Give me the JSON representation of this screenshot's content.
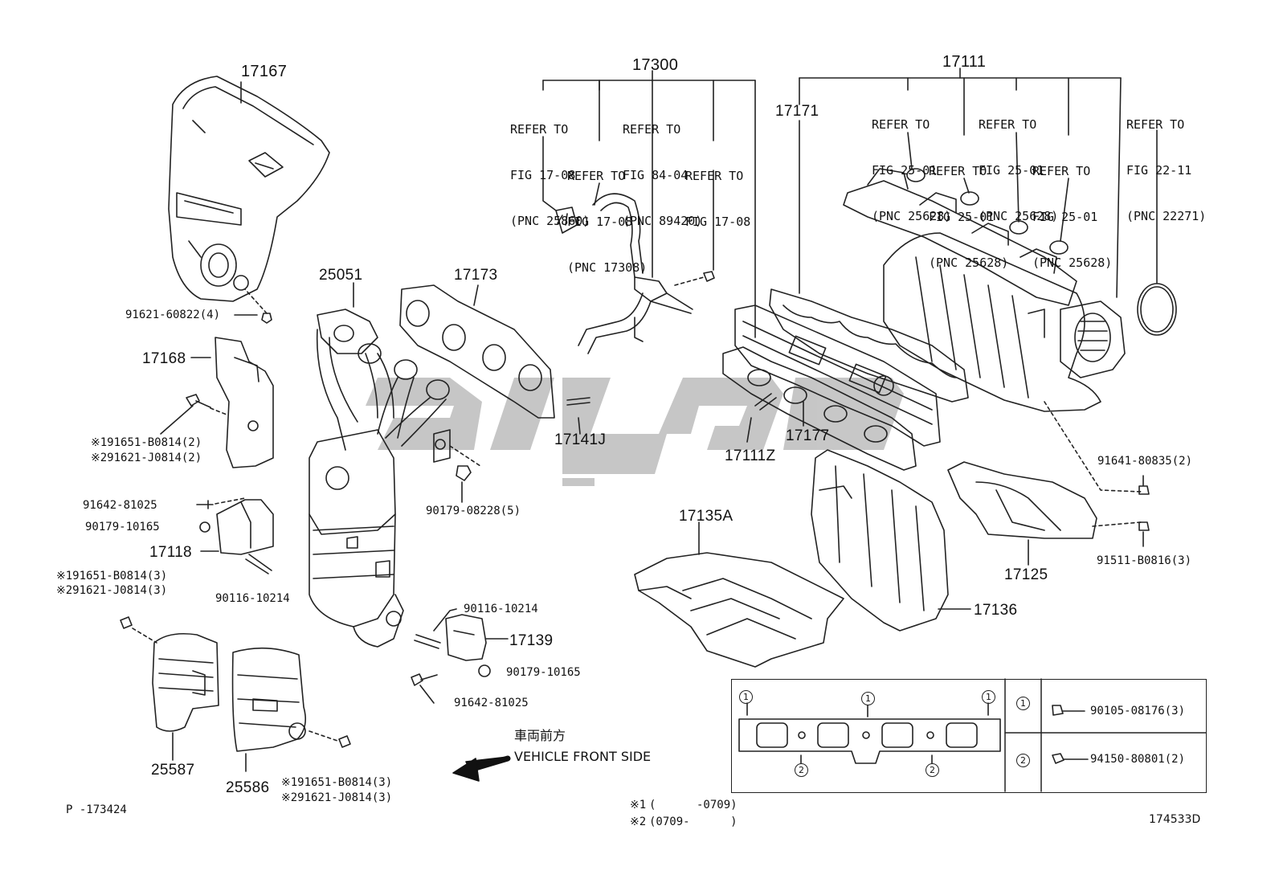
{
  "parts": {
    "p17167": "17167",
    "p17168": "17168",
    "p17118": "17118",
    "p25051": "25051",
    "p17173": "17173",
    "p17141J": "17141J",
    "p17300": "17300",
    "p17111": "17111",
    "p17171": "17171",
    "p17177": "17177",
    "p17111Z": "17111Z",
    "p17135A": "17135A",
    "p17136": "17136",
    "p17125": "17125",
    "p17139": "17139",
    "p25587": "25587",
    "p25586": "25586"
  },
  "fasteners": {
    "f_9162160822": "91621-60822(4)",
    "f_191651a": "※191651-B0814(2)",
    "f_291621a": "※291621-J0814(2)",
    "f_9164281025a": "91642-81025",
    "f_9017910165a": "90179-10165",
    "f_9011610214a": "90116-10214",
    "f_191651b": "※191651-B0814(3)",
    "f_291621b": "※291621-J0814(3)",
    "f_9017908228": "90179-08228(5)",
    "f_9011610214b": "90116-10214",
    "f_9017910165b": "90179-10165",
    "f_9164281025b": "91642-81025",
    "f_191651c": "※191651-B0814(3)",
    "f_291621c": "※291621-J0814(3)",
    "f_9164180835": "91641-80835(2)",
    "f_91511B0816": "91511-B0816(3)"
  },
  "references": {
    "r1": [
      "REFER TO",
      "FIG 17-08",
      "(PNC 25860)"
    ],
    "r2": [
      "REFER TO",
      "FIG 84-04",
      "(PNC 89420)"
    ],
    "r3": [
      "REFER TO",
      "FIG 17-08",
      "(PNC 17308)"
    ],
    "r4": [
      "REFER TO",
      "FIG 17-08"
    ],
    "r5": [
      "REFER TO",
      "FIG 25-01",
      "(PNC 25628)"
    ],
    "r6": [
      "REFER TO",
      "FIG 25-01",
      "(PNC 25628)"
    ],
    "r7": [
      "REFER TO",
      "FIG 25-01",
      "(PNC 25628)"
    ],
    "r8": [
      "REFER TO",
      "FIG 25-01",
      "(PNC 25628)"
    ],
    "r9": [
      "REFER TO",
      "FIG 22-11",
      "(PNC 22271)"
    ]
  },
  "table": {
    "marker1": "1",
    "marker2": "2",
    "part1": "90105-08176(3)",
    "part2": "94150-80801(2)"
  },
  "front": {
    "jp": "車両前方",
    "en": "VEHICLE FRONT SIDE"
  },
  "notes": {
    "n1_mark": "※1",
    "n1_range": "(      -0709)",
    "n2_mark": "※2",
    "n2_range": "(0709-      )"
  },
  "page_ref": "P -173424",
  "diagram_id": "174533D"
}
